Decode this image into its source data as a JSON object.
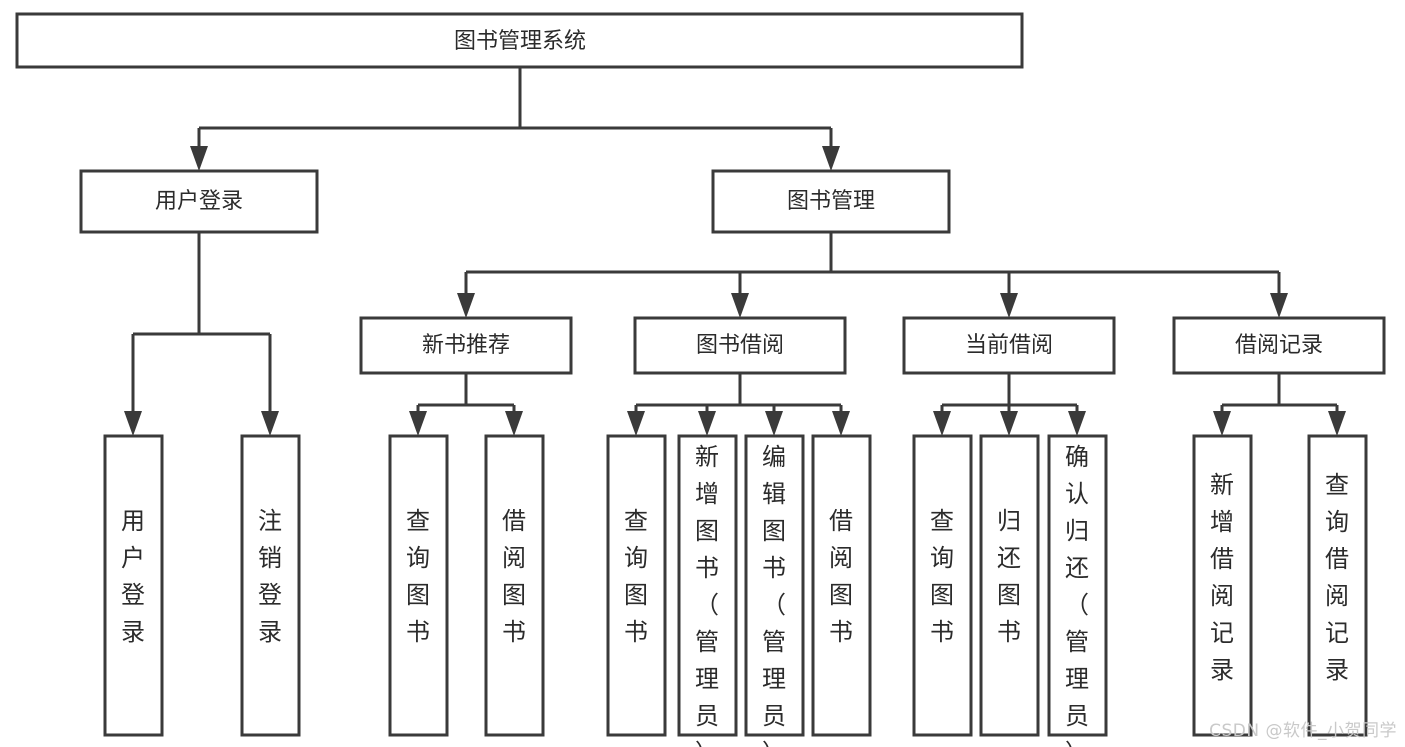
{
  "diagram": {
    "title": "图书管理系统",
    "type": "tree-hierarchy",
    "root": {
      "id": "root",
      "label": "图书管理系统"
    },
    "level1": [
      {
        "id": "user-login",
        "label": "用户登录"
      },
      {
        "id": "book-management",
        "label": "图书管理"
      }
    ],
    "level2": [
      {
        "id": "new-book-recommend",
        "label": "新书推荐",
        "parent": "book-management"
      },
      {
        "id": "book-borrow",
        "label": "图书借阅",
        "parent": "book-management"
      },
      {
        "id": "current-borrow",
        "label": "当前借阅",
        "parent": "book-management"
      },
      {
        "id": "borrow-record",
        "label": "借阅记录",
        "parent": "book-management"
      }
    ],
    "leaves": {
      "user-login": [
        {
          "id": "leaf-user-login",
          "label": "用户登录"
        },
        {
          "id": "leaf-user-logout",
          "label": "注销登录"
        }
      ],
      "new-book-recommend": [
        {
          "id": "leaf-query-book-1",
          "label": "查询图书"
        },
        {
          "id": "leaf-borrow-book-1",
          "label": "借阅图书"
        }
      ],
      "book-borrow": [
        {
          "id": "leaf-query-book-2",
          "label": "查询图书"
        },
        {
          "id": "leaf-add-book",
          "label": "新增图书（管理员）"
        },
        {
          "id": "leaf-edit-book",
          "label": "编辑图书（管理员）"
        },
        {
          "id": "leaf-borrow-book-2",
          "label": "借阅图书"
        }
      ],
      "current-borrow": [
        {
          "id": "leaf-query-book-3",
          "label": "查询图书"
        },
        {
          "id": "leaf-return-book",
          "label": "归还图书"
        },
        {
          "id": "leaf-confirm-return",
          "label": "确认归还（管理员）"
        }
      ],
      "borrow-record": [
        {
          "id": "leaf-add-record",
          "label": "新增借阅记录"
        },
        {
          "id": "leaf-query-record",
          "label": "查询借阅记录"
        }
      ]
    }
  },
  "watermark": {
    "text": "CSDN @软件_小贺同学"
  },
  "colors": {
    "stroke": "#3a3a3a",
    "box_fill": "#ffffff",
    "text": "#2b2b2b",
    "background": "#ffffff",
    "watermark": "#c9c9c9"
  }
}
